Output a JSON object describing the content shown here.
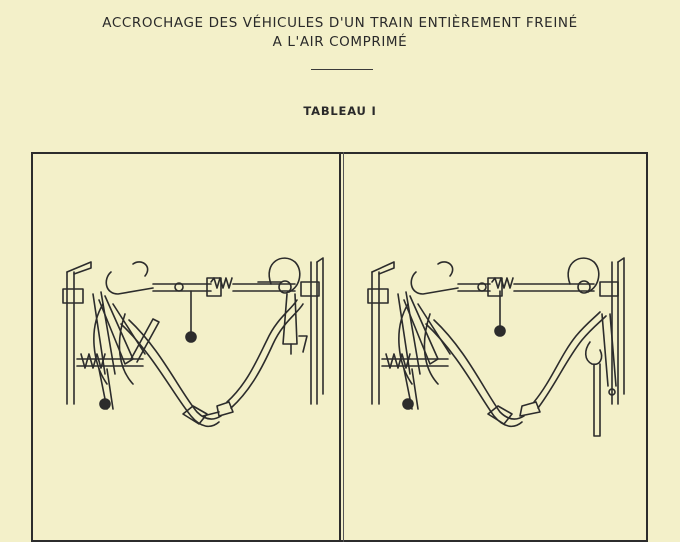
{
  "document": {
    "title_line1": "ACCROCHAGE DES VÉHICULES D'UN TRAIN ENTIÈREMENT FREINÉ",
    "title_line2": "A L'AIR COMPRIMÉ",
    "table_label": "TABLEAU I"
  },
  "illustrations": [
    {
      "id": "left",
      "content": "coupling with brake hoses connected"
    },
    {
      "id": "right",
      "content": "coupling with brake hose hung on dummy"
    }
  ],
  "colors": {
    "paper": "#f3f0c9",
    "ink": "#2c2c2c"
  }
}
